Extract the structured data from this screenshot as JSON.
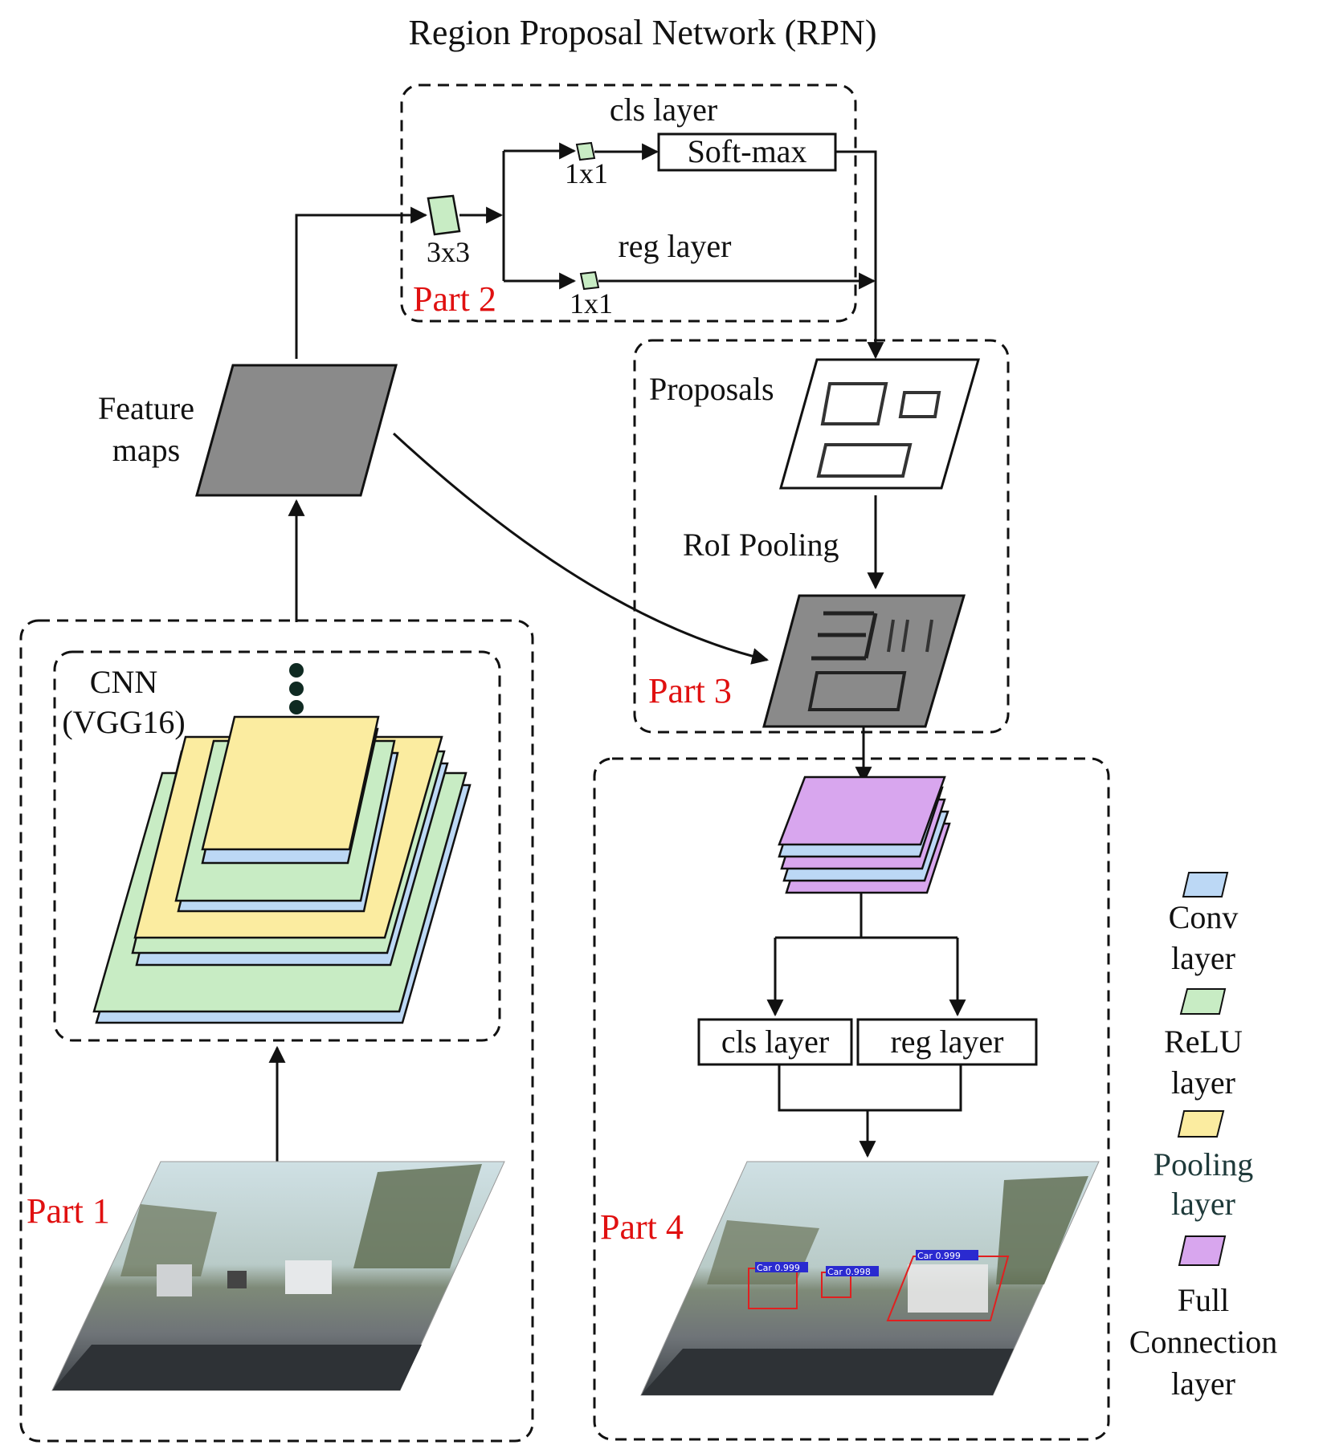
{
  "title": "Region Proposal Network (RPN)",
  "labels": {
    "cls_layer_top": "cls layer",
    "softmax": "Soft-max",
    "conv_1x1_cls": "1x1",
    "conv_3x3": "3x3",
    "reg_layer_top": "reg layer",
    "conv_1x1_reg": "1x1",
    "part1": "Part 1",
    "part2": "Part 2",
    "part3": "Part 3",
    "part4": "Part 4",
    "feature_maps_line1": "Feature",
    "feature_maps_line2": "maps",
    "proposals": "Proposals",
    "roi_pooling": "RoI Pooling",
    "cnn_line1": "CNN",
    "cnn_line2": "(VGG16)",
    "cls_layer_bottom": "cls layer",
    "reg_layer_bottom": "reg layer"
  },
  "detections": [
    "Car 0.999",
    "Car 0.998",
    "Car 0.999"
  ],
  "legend": [
    {
      "line1": "Conv",
      "line2": "layer",
      "color": "#bcd8f5"
    },
    {
      "line1": "ReLU",
      "line2": "layer",
      "color": "#c8ecc4"
    },
    {
      "line1": "Pooling",
      "line2": "layer",
      "color": "#fbeca0"
    },
    {
      "line1": "Full",
      "line2": "Connection",
      "line3": "layer",
      "color": "#d8a6ee"
    }
  ],
  "colors": {
    "conv": "#bcd8f5",
    "relu": "#c8ecc4",
    "pool": "#fbeca0",
    "fc": "#d8a6ee",
    "feature_map": "#8a8a8a",
    "part_label": "#e01010"
  }
}
